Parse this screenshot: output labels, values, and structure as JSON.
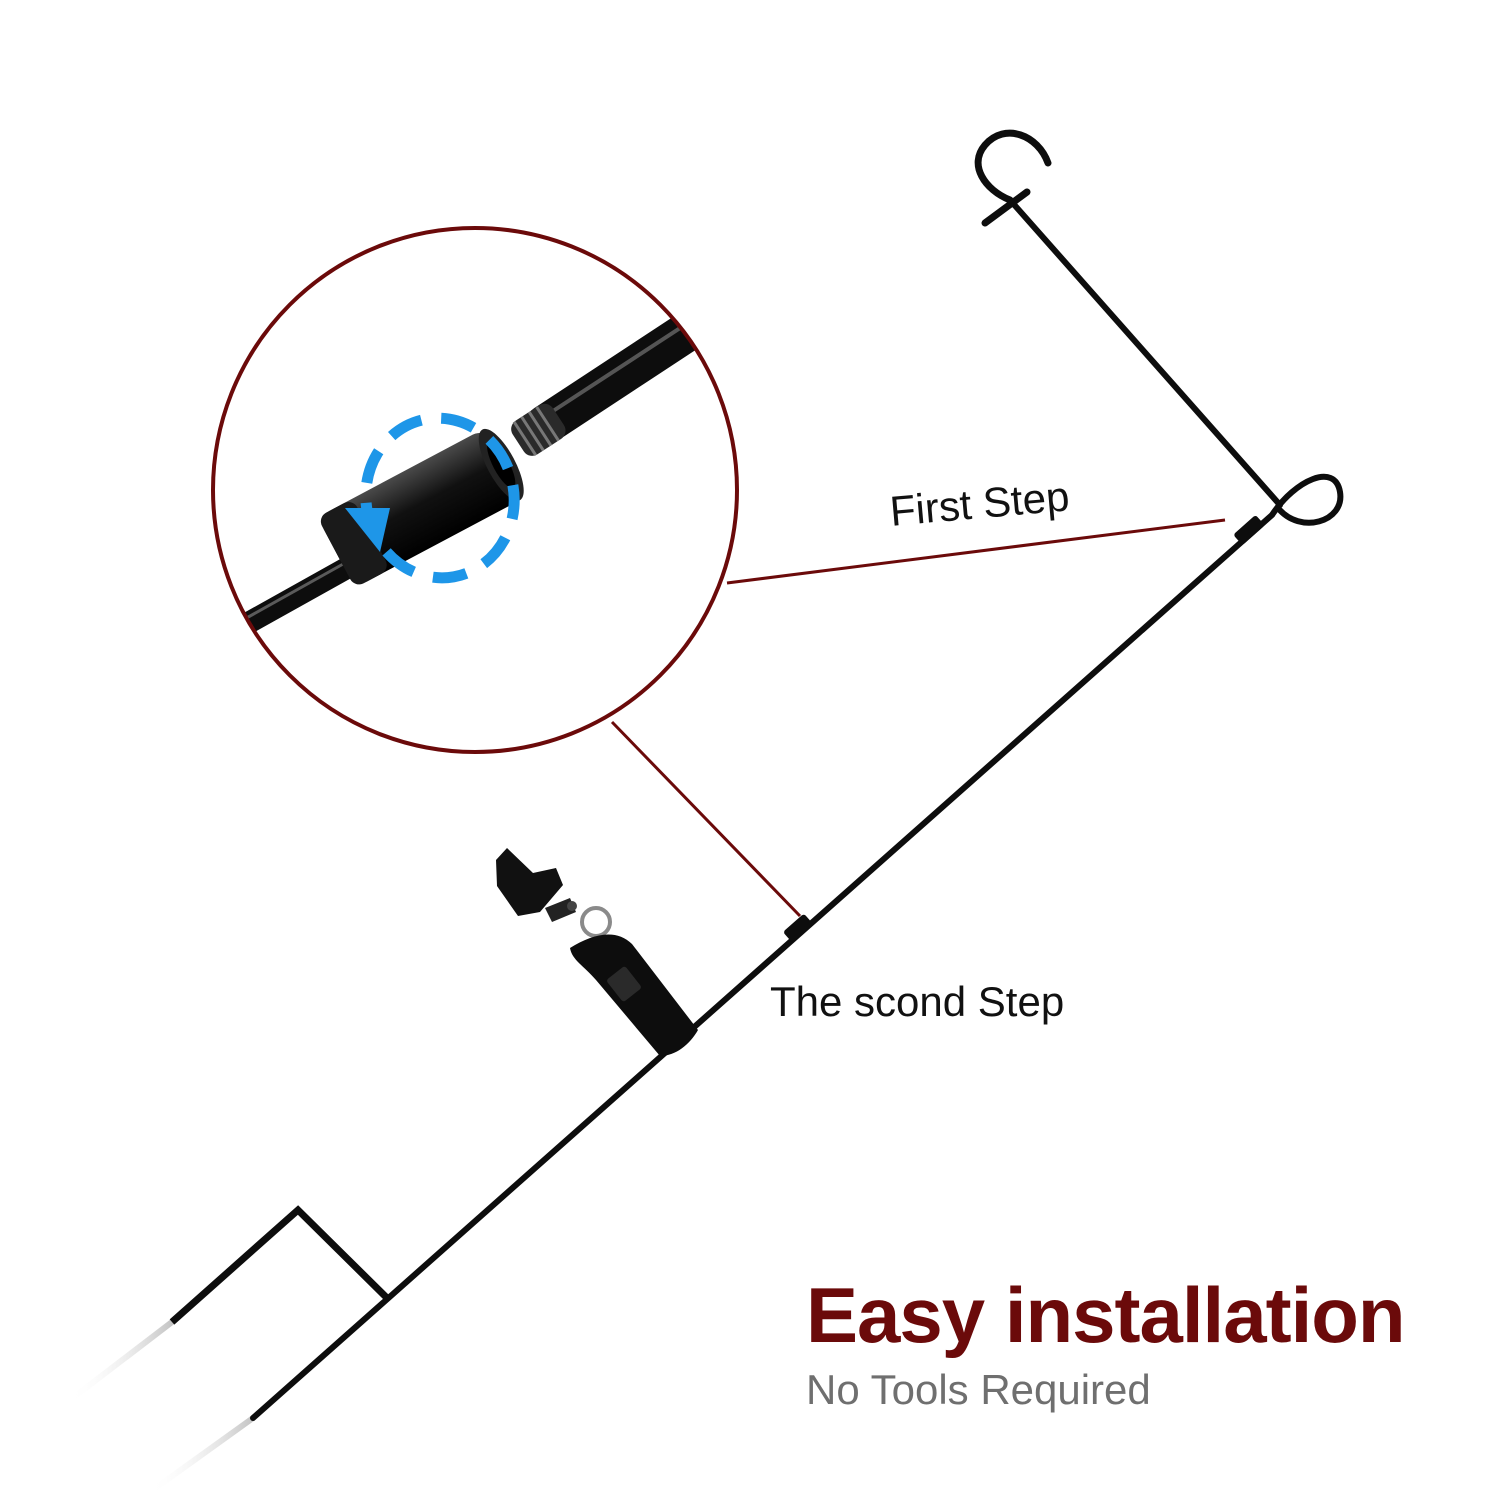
{
  "labels": {
    "first_step": "First Step",
    "second_step": "The scond Step"
  },
  "heading": {
    "title": "Easy installation",
    "subtitle": "No Tools Required"
  },
  "colors": {
    "accent": "#6b0a0a",
    "pole": "#0d0d0d",
    "arrow": "#1e96e8",
    "subtitle": "#6f6f6f"
  }
}
